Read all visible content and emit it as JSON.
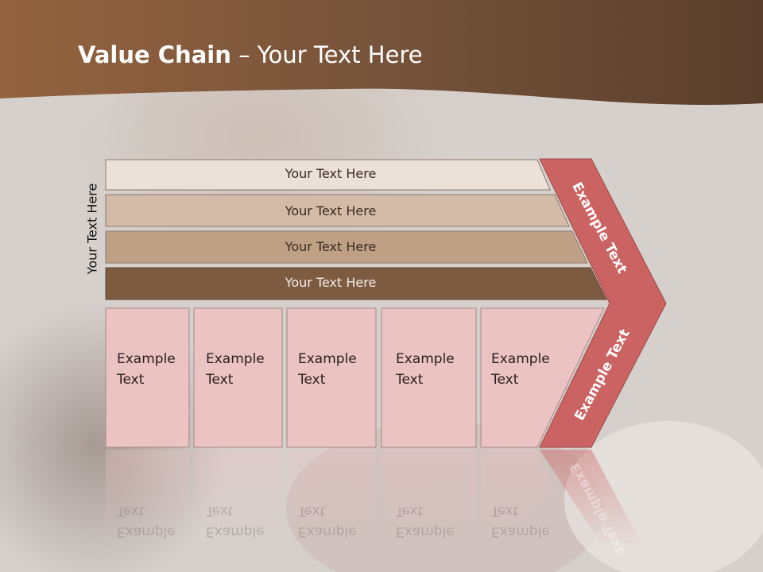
{
  "slide": {
    "title_bold": "Value Chain",
    "title_rest": " – Your Text Here",
    "side_label": "Your Text Here",
    "layers": [
      {
        "label": "Your Text Here",
        "color": "#ebe1d9"
      },
      {
        "label": "Your Text Here",
        "color": "#d4bba8"
      },
      {
        "label": "Your Text Here",
        "color": "#c0a085"
      },
      {
        "label": "Your Text Here",
        "color": "#7d5b41"
      }
    ],
    "activities": [
      {
        "line1": "Example",
        "line2": "Text"
      },
      {
        "line1": "Example",
        "line2": "Text"
      },
      {
        "line1": "Example",
        "line2": "Text"
      },
      {
        "line1": "Example",
        "line2": "Text"
      },
      {
        "line1": "Example",
        "line2": "Text"
      }
    ],
    "arrow_top": "Example Text",
    "arrow_bottom": "Example Text",
    "colors": {
      "header": "#6f4c33",
      "cell": "#ecc3c3",
      "arrow": "#cc6363"
    }
  }
}
